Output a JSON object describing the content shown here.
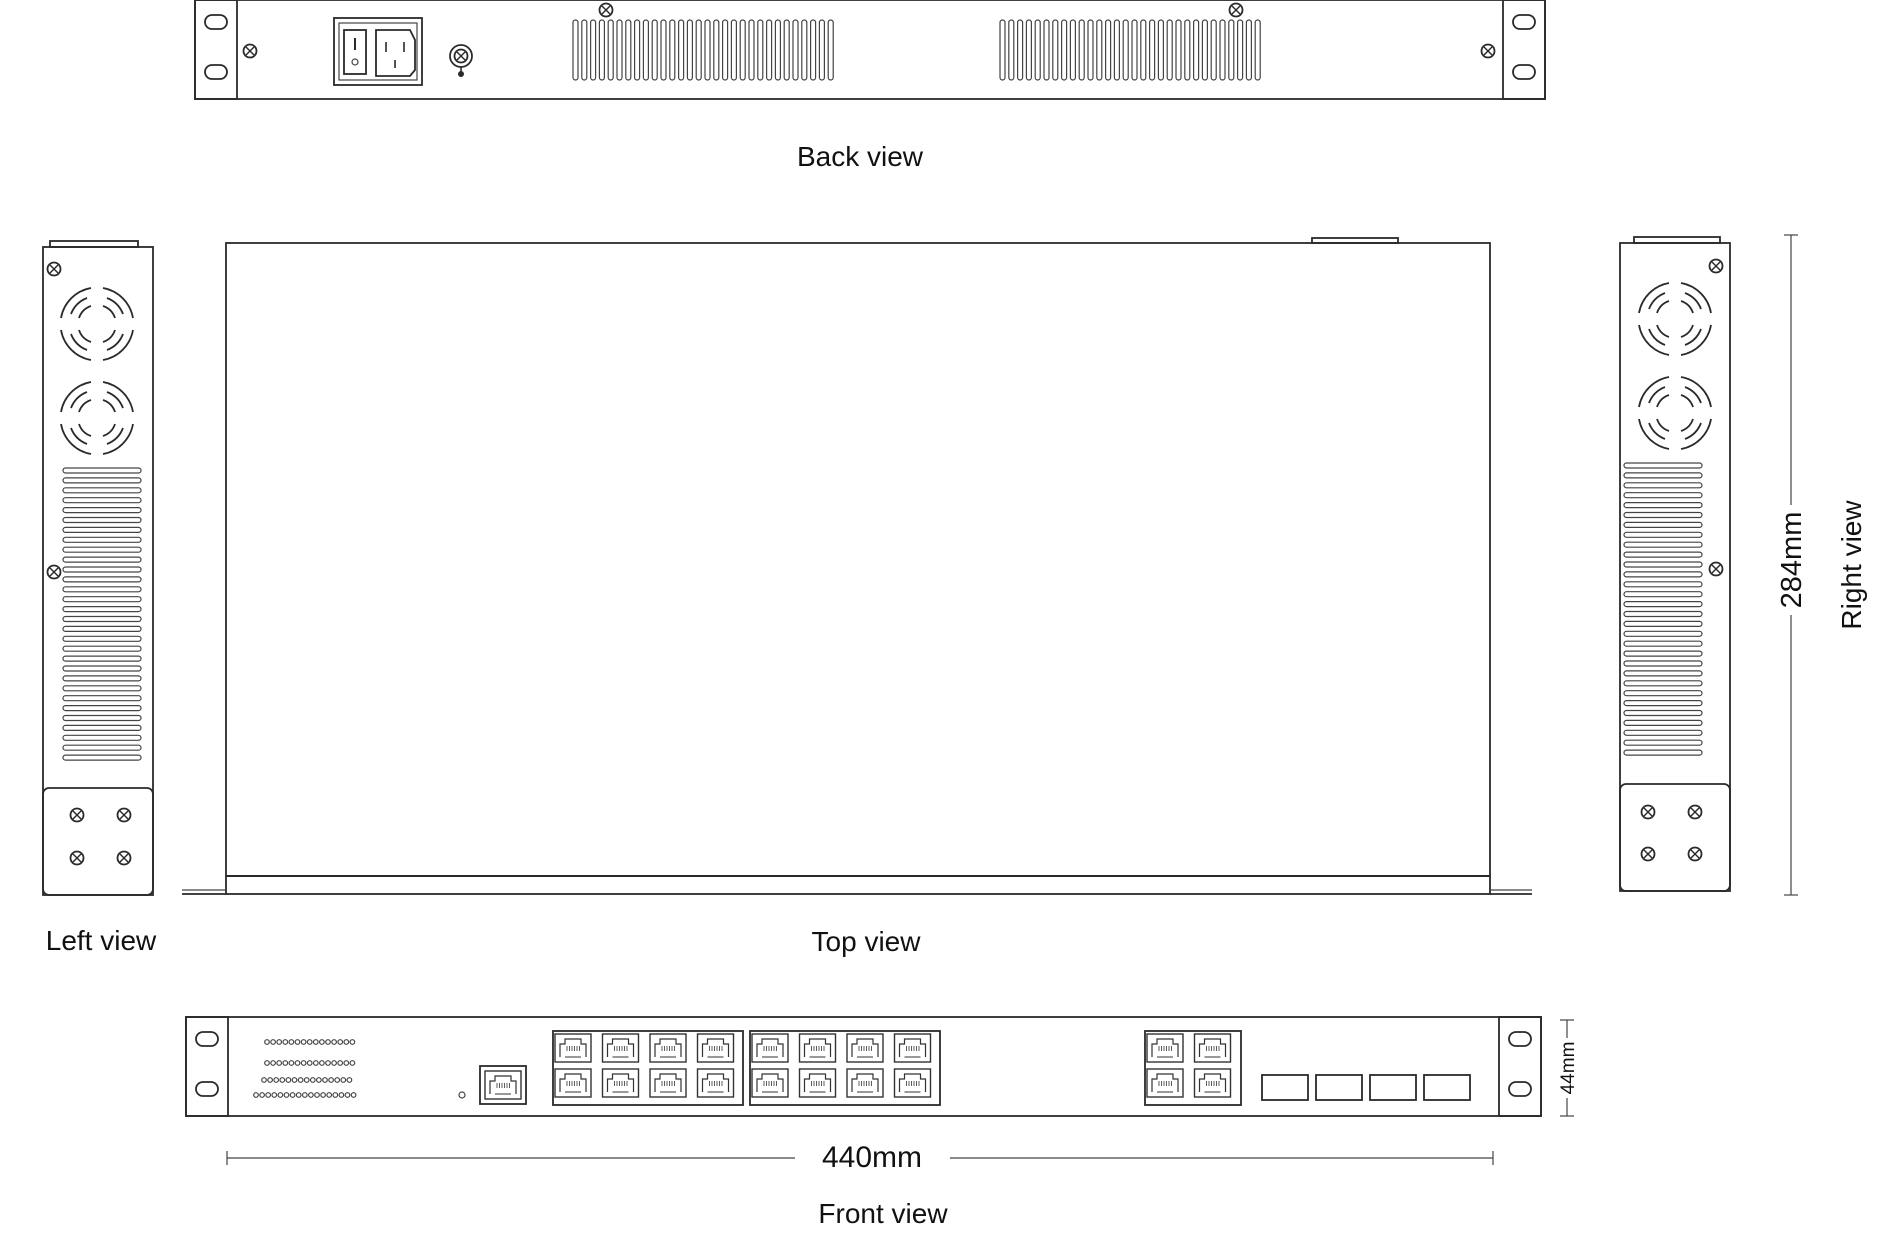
{
  "views": {
    "back": "Back view",
    "top": "Top view",
    "left": "Left view",
    "right": "Right view",
    "front": "Front view"
  },
  "dimensions": {
    "width": "440mm",
    "depth": "284mm",
    "height": "44mm"
  },
  "ports": {
    "rj45_front_main": 16,
    "rj45_front_uplink": 4,
    "sfp": 4,
    "console": 1
  }
}
